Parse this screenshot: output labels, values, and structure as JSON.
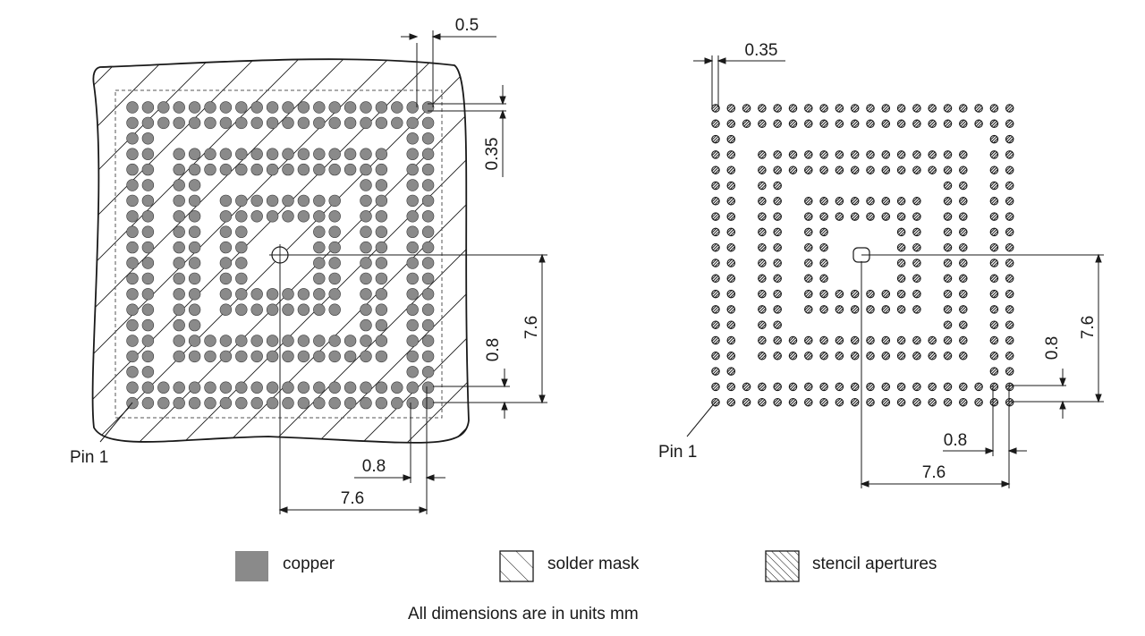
{
  "left_view": {
    "pin_label": "Pin 1",
    "dims": {
      "mask_opening": "0.5",
      "pad_diameter": "0.35",
      "pitch_vertical": "0.8",
      "offset_vertical": "7.6",
      "pitch_horizontal": "0.8",
      "offset_horizontal": "7.6"
    }
  },
  "right_view": {
    "pin_label": "Pin 1",
    "dims": {
      "aperture_diameter": "0.35",
      "pitch_vertical": "0.8",
      "offset_vertical": "7.6",
      "pitch_horizontal": "0.8",
      "offset_horizontal": "7.6"
    }
  },
  "legend": {
    "copper": "copper",
    "solder_mask": "solder mask",
    "stencil": "stencil apertures"
  },
  "footer": "All dimensions are in units mm",
  "colors": {
    "copper": "#8a8a8a",
    "line": "#1a1a1a",
    "background": "#ffffff"
  }
}
